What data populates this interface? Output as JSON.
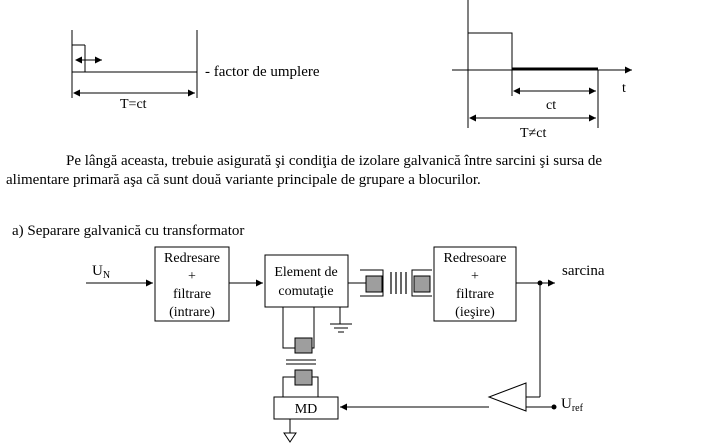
{
  "fig_top": {
    "left": {
      "duty_label": "- factor de umplere",
      "period_label": "T=ct"
    },
    "right": {
      "axis_label": "t",
      "ct_label": "ct",
      "period_label": "T≠ct"
    }
  },
  "paragraph": {
    "line1": "Pe lângă aceasta, trebuie asigurată şi condiţia de izolare galvanică între sarcini şi sursa de",
    "line2": "alimentare primară aşa că sunt două variante principale de grupare a blocurilor."
  },
  "section_a": {
    "heading": "a) Separare galvanică cu transformator"
  },
  "diagram": {
    "input_label": "U",
    "input_sub": "N",
    "block1": [
      "Redresare",
      "+",
      "filtrare",
      "(intrare)"
    ],
    "block2": [
      "Element de",
      "comutaţie"
    ],
    "block3": [
      "Redresoare",
      "+",
      "filtrare",
      "(ieşire)"
    ],
    "output_label": "sarcina",
    "md_label": "MD",
    "ref_label": "U",
    "ref_sub": "ref"
  }
}
